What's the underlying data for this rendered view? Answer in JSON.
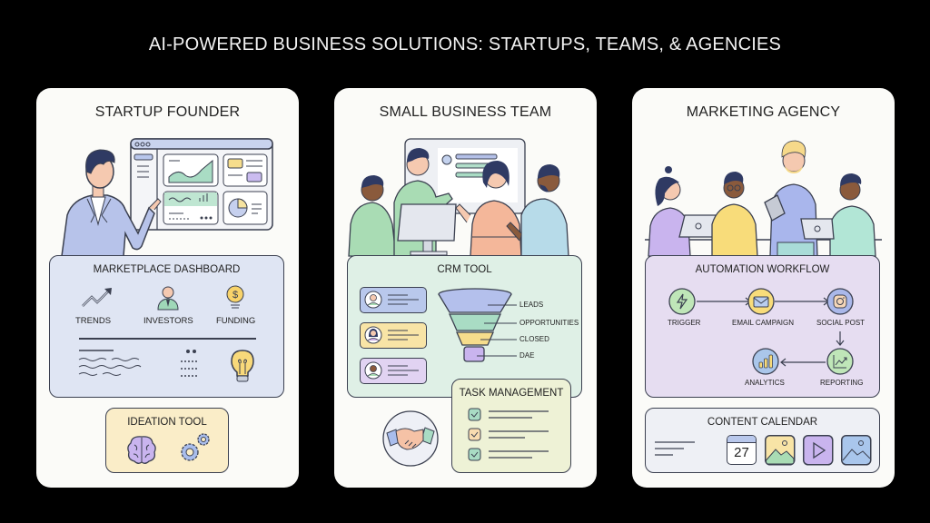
{
  "title": "AI-POWERED BUSINESS SOLUTIONS: STARTUPS, TEAMS, & AGENCIES",
  "colors": {
    "background": "#000000",
    "card": "#fbfbf8",
    "blue_panel": "#dfe5f3",
    "green_panel": "#dff0e6",
    "purple_panel": "#e6ddf1",
    "yellow_panel": "#faedc8",
    "task_panel": "#eef2d6",
    "calendar_panel": "#eef0f5",
    "outline": "#3b4050"
  },
  "cards": {
    "startup": {
      "title": "STARTUP FOUNDER",
      "illustration": "founder presenting dashboard",
      "dashboard": {
        "title": "MARKETPLACE DASHBOARD",
        "items": [
          {
            "label": "TRENDS",
            "icon": "trend-arrow-icon"
          },
          {
            "label": "INVESTORS",
            "icon": "investor-icon"
          },
          {
            "label": "FUNDING",
            "icon": "dollar-coin-icon"
          }
        ]
      },
      "ideation": {
        "title": "IDEATION TOOL",
        "icons": [
          "brain-icon",
          "gears-icon"
        ]
      }
    },
    "team": {
      "title": "SMALL BUSINESS TEAM",
      "illustration": "team collaborating at computer",
      "crm": {
        "title": "CRM TOOL",
        "contacts": [
          "contact-1",
          "contact-2",
          "contact-3"
        ],
        "funnel": [
          "LEADS",
          "OPPORTUNITIES",
          "CLOSED",
          "DAE"
        ]
      },
      "tasks": {
        "title": "TASK MANAGEMENT",
        "items": 3
      }
    },
    "agency": {
      "title": "MARKETING AGENCY",
      "illustration": "agency team at laptops",
      "workflow": {
        "title": "AUTOMATION WORKFLOW",
        "steps": [
          {
            "label": "TRIGGER",
            "icon": "lightning-icon"
          },
          {
            "label": "EMAIL CAMPAIGN",
            "icon": "envelope-icon"
          },
          {
            "label": "SOCIAL POST",
            "icon": "instagram-icon"
          },
          {
            "label": "REPORTING",
            "icon": "line-chart-icon"
          },
          {
            "label": "ANALYTICS",
            "icon": "bar-chart-icon"
          }
        ]
      },
      "calendar": {
        "title": "CONTENT CALENDAR",
        "date": "27"
      }
    }
  }
}
